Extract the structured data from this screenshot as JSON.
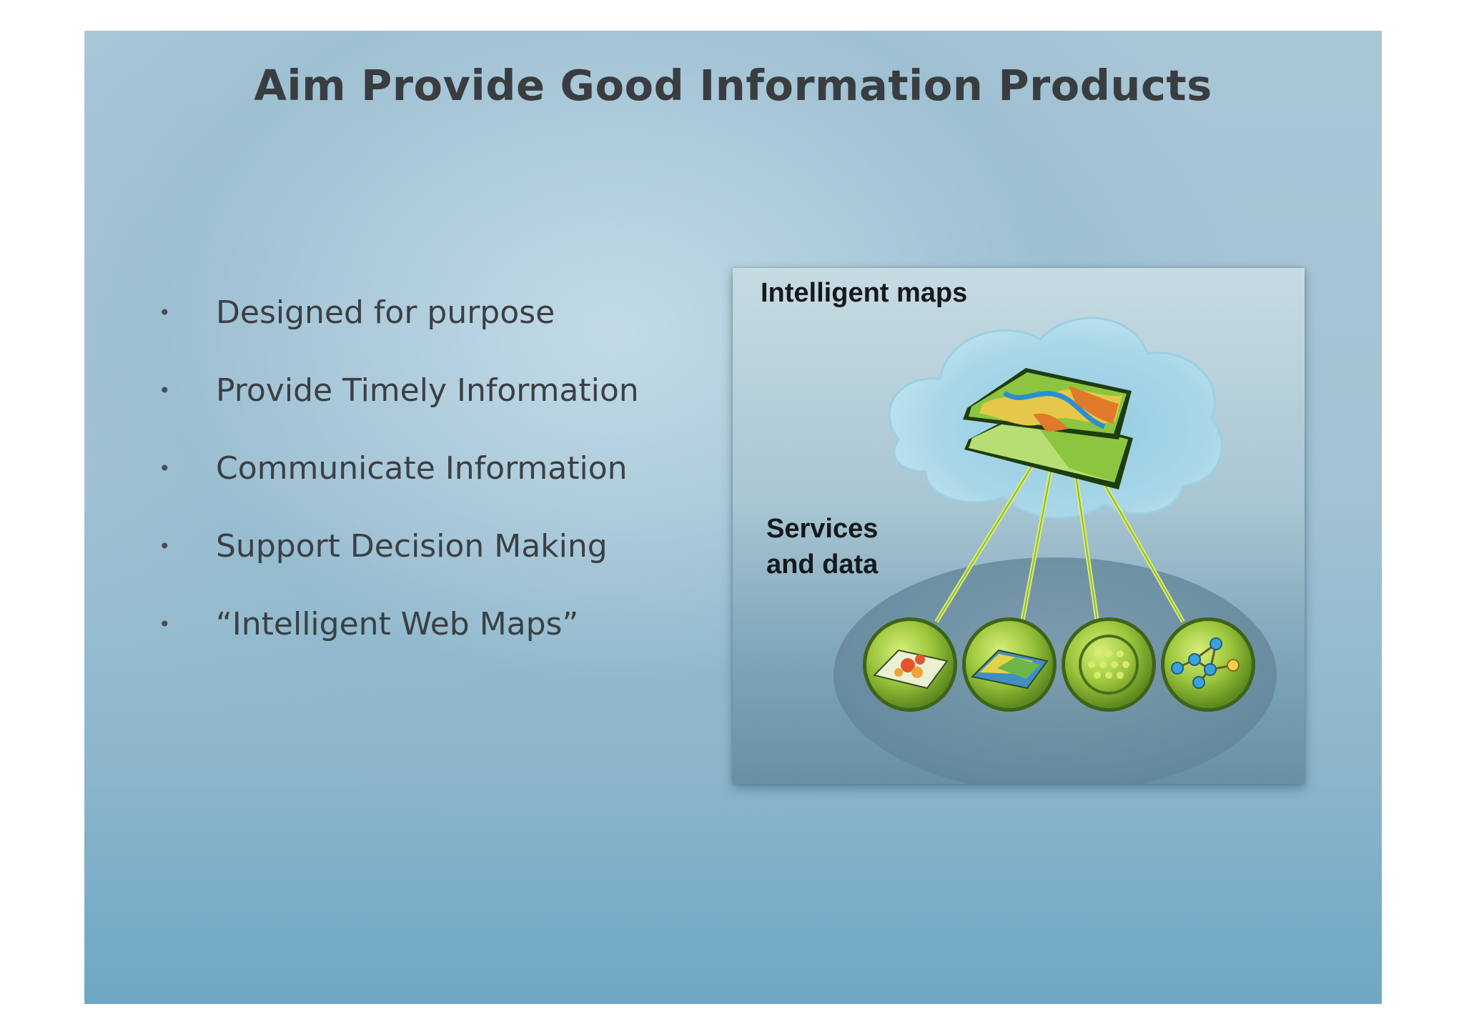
{
  "slide": {
    "title": "Aim Provide Good Information Products",
    "bullet_glyph": "•",
    "bullets": [
      "Designed for purpose",
      "Provide Timely Information",
      "Communicate Information",
      "Support Decision Making",
      "“Intelligent Web Maps”"
    ]
  },
  "figure": {
    "title": "Intelligent maps",
    "services_line1": "Services",
    "services_line2": "and data",
    "icons": [
      "map-layers-icon",
      "feature-map-icon",
      "terrain-map-icon",
      "grid-points-icon",
      "network-icon"
    ]
  },
  "colors": {
    "title_text": "#3a3d40",
    "body_text": "#3b3f43",
    "accent_green": "#8cc63f",
    "dark_green": "#2f5a17"
  }
}
